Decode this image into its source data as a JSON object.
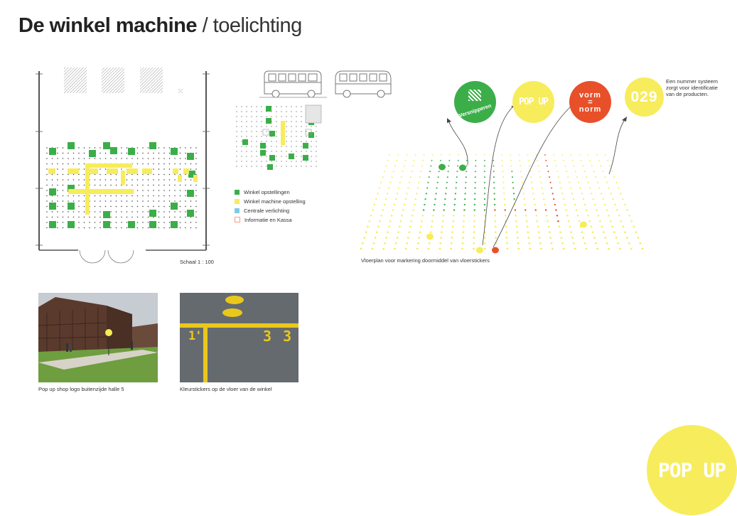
{
  "title": {
    "bold": "De winkel machine",
    "sub": "/ toelichting"
  },
  "plan": {
    "scale_label": "Schaal 1 : 100"
  },
  "legend": [
    {
      "label": "Winkel opstellingen",
      "color": "#3cae49",
      "kind": "fill"
    },
    {
      "label": "Winkel machine opstelling",
      "color": "#f7ec5b",
      "kind": "fill"
    },
    {
      "label": "Centrale verlichting",
      "color": "#7fc9ea",
      "kind": "fill"
    },
    {
      "label": "Informatie en Kassa",
      "color": "#f0a37f",
      "kind": "outline"
    }
  ],
  "badges": {
    "versnipperen": "Versnipperen",
    "popup": "POP UP",
    "vorm_line1": "vorm",
    "vorm_line2": "=",
    "vorm_line3": "norm",
    "number": "029",
    "number_note": "Een nummer systeem zorgt voor identificatie van de producten."
  },
  "floor_caption": "Vloerplan voor markering doormiddel van vloerstickers",
  "photos": [
    {
      "caption": "Pop up shop logo buitenzijde halle 5"
    },
    {
      "caption": "Kleurstickers op de vloer van de winkel",
      "marks": [
        "1'",
        "3 3"
      ]
    }
  ],
  "big_logo": "POP UP",
  "colors": {
    "green": "#3cae49",
    "yellow": "#f7ec5b",
    "orange": "#e8502a",
    "blue": "#7fc9ea"
  }
}
